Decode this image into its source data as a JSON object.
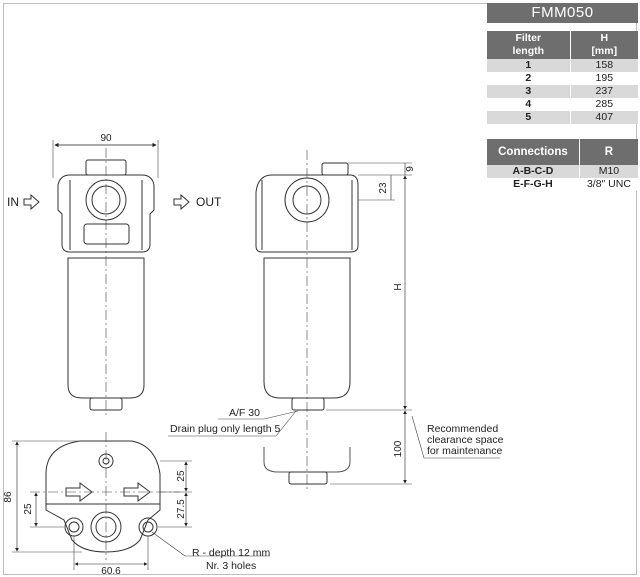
{
  "model": "FMM050",
  "length_table": {
    "headers": [
      "Filter\nlength",
      "H\n[mm]"
    ],
    "rows": [
      [
        "1",
        "158"
      ],
      [
        "2",
        "195"
      ],
      [
        "3",
        "237"
      ],
      [
        "4",
        "285"
      ],
      [
        "5",
        "407"
      ]
    ]
  },
  "connections_table": {
    "headers": [
      "Connections",
      "R"
    ],
    "rows": [
      [
        "A-B-C-D",
        "M10"
      ],
      [
        "E-F-G-H",
        "3/8\" UNC"
      ]
    ]
  },
  "labels": {
    "in": "IN",
    "out": "OUT",
    "af": "A/F 30",
    "drain": "Drain plug only length 5",
    "clearance_1": "Recommended",
    "clearance_2": "clearance space",
    "clearance_3": "for maintenance",
    "r_depth": "R - depth 12 mm",
    "holes": "Nr. 3 holes"
  },
  "dimensions": {
    "width_front": "90",
    "top_9": "9",
    "top_23": "23",
    "height_h": "H",
    "clearance_100": "100",
    "bottom_86": "86",
    "bottom_25_left": "25",
    "bottom_25_right": "25",
    "bottom_27_5": "27.5",
    "bottom_60_6": "60.6"
  }
}
